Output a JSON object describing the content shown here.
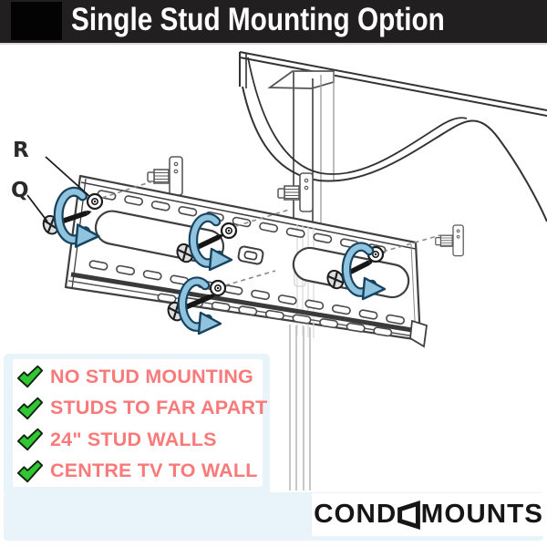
{
  "header": {
    "title": "Single Stud Mounting Option"
  },
  "diagram": {
    "label_r": "R",
    "label_q": "Q",
    "parts": [
      "wall-plate",
      "wall-stud",
      "mounting-screws",
      "washers",
      "stud-brackets",
      "rotation-arrows"
    ]
  },
  "checklist": {
    "items": [
      {
        "icon": "check-icon",
        "text": "NO STUD MOUNTING"
      },
      {
        "icon": "check-icon",
        "text": "STUDS TO FAR APART"
      },
      {
        "icon": "check-icon",
        "text": "24\" STUD WALLS"
      },
      {
        "icon": "check-icon",
        "text": "CENTRE TV TO WALL"
      }
    ]
  },
  "logo": {
    "part1": "COND",
    "glyph": "tv-screen-icon",
    "part2": "MOUNTS"
  },
  "colors": {
    "header-bg": "#211f1f",
    "check-green": "#2fc832",
    "item-text": "#f87a7a",
    "panel-blue": "#e9f3fa",
    "arrow-blue": "#8fc3de",
    "arrow-outline": "#17435f",
    "line-dark": "#3f3f3f",
    "logo-black": "#161616"
  }
}
